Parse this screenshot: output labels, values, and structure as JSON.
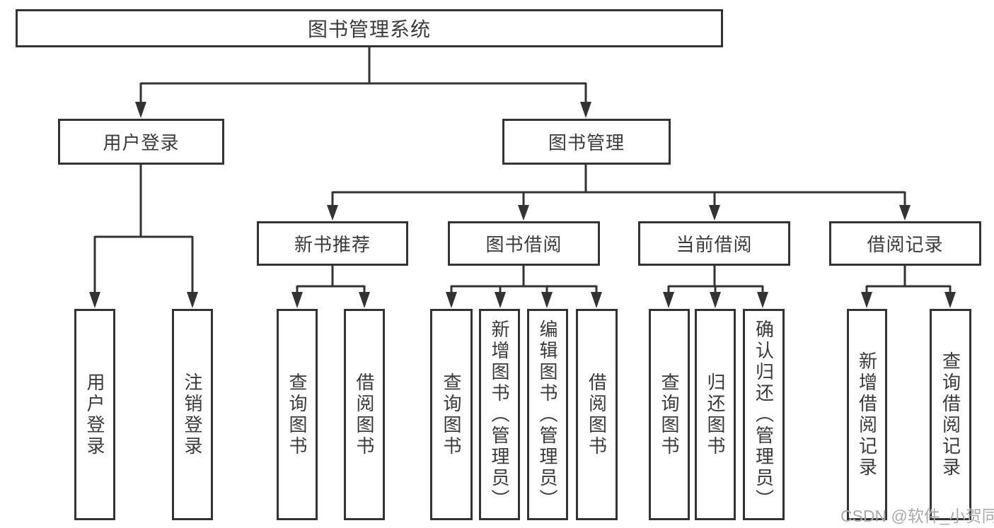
{
  "diagram": {
    "root": {
      "label": "图书管理系统"
    },
    "level2": [
      {
        "label": "用户登录"
      },
      {
        "label": "图书管理"
      }
    ],
    "level3": [
      {
        "label": "新书推荐"
      },
      {
        "label": "图书借阅"
      },
      {
        "label": "当前借阅"
      },
      {
        "label": "借阅记录"
      }
    ],
    "leaves": {
      "user_login": [
        {
          "label": "用户登录"
        },
        {
          "label": "注销登录"
        }
      ],
      "new_book_recommend": [
        {
          "label": "查询图书"
        },
        {
          "label": "借阅图书"
        }
      ],
      "book_borrow": [
        {
          "label": "查询图书"
        },
        {
          "label": "新增图书（管理员）"
        },
        {
          "label": "编辑图书（管理员）"
        },
        {
          "label": "借阅图书"
        }
      ],
      "current_borrow": [
        {
          "label": "查询图书"
        },
        {
          "label": "归还图书"
        },
        {
          "label": "确认归还（管理员）"
        }
      ],
      "borrow_record": [
        {
          "label": "新增借阅记录"
        },
        {
          "label": "查询借阅记录"
        }
      ]
    }
  },
  "watermark": {
    "text": "CSDN @软件_小贺同学"
  },
  "colors": {
    "line": "#333333",
    "text": "#3a3a3a",
    "watermark": "#a9a9a9",
    "background": "#ffffff"
  }
}
